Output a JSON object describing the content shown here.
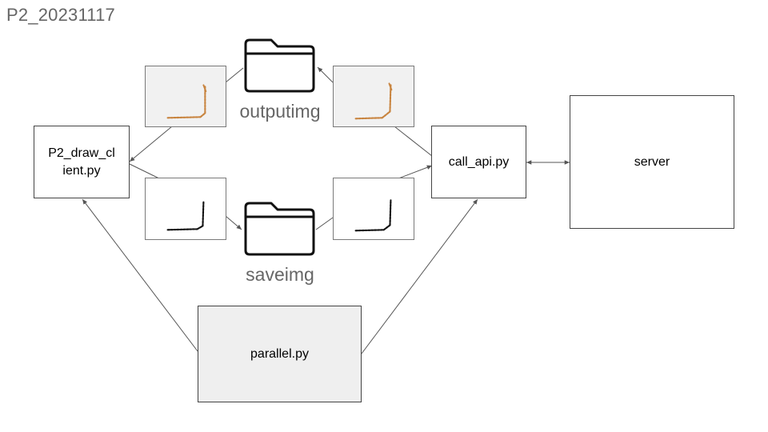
{
  "title": "P2_20231117",
  "nodes": {
    "client": "P2_draw_cl\nient.py",
    "call_api": "call_api.py",
    "server": "server",
    "parallel": "parallel.py"
  },
  "folders": {
    "output": "outputimg",
    "save": "saveimg"
  },
  "colors": {
    "output_stroke": "#c8843f",
    "save_stroke": "#111111",
    "line": "#555555",
    "process_fill": "#efefef",
    "label_gray": "#666666"
  }
}
